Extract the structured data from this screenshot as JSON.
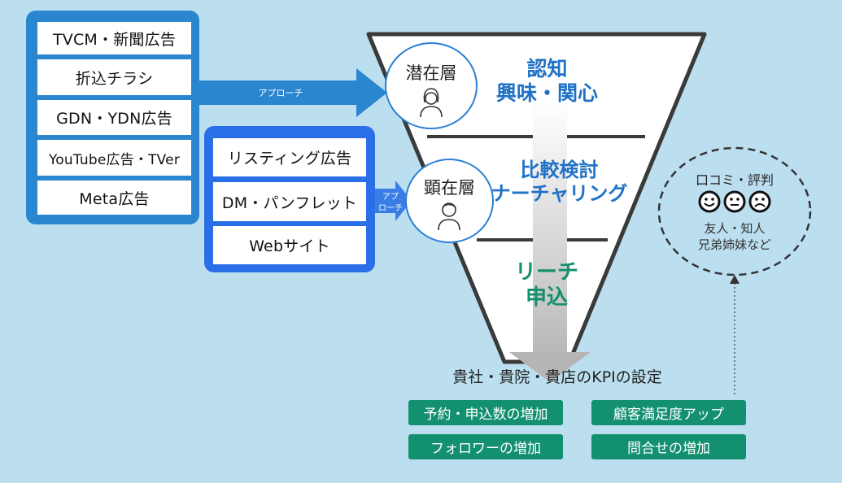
{
  "colors": {
    "background": "#bcdff0",
    "group1_frame": "#2a86cf",
    "group2_frame": "#2a6fe8",
    "arrow1": "#2a86cf",
    "arrow2": "#3a7de6",
    "funnel_text_blue": "#1f72c6",
    "funnel_text_green": "#15906c",
    "kpi_green": "#139070"
  },
  "media_group_1": [
    "TVCM・新聞広告",
    "折込チラシ",
    "GDN・YDN広告",
    "YouTube広告・TVer",
    "Meta広告"
  ],
  "media_group_2": [
    "リスティング広告",
    "DM・パンフレット",
    "Webサイト"
  ],
  "arrow_1_label": "アプローチ",
  "arrow_2_label_line1": "アプ",
  "arrow_2_label_line2": "ローチ",
  "persona_1": {
    "label": "潜在層",
    "icon": "woman-icon"
  },
  "persona_2": {
    "label": "顕在層",
    "icon": "man-icon"
  },
  "funnel": {
    "stage_1_line1": "認知",
    "stage_1_line2": "興味・関心",
    "stage_2_line1": "比較検討",
    "stage_2_line2": "ナーチャリング",
    "stage_3_line1": "リーチ",
    "stage_3_line2": "申込"
  },
  "kpi_title": "貴社・貴院・貴店のKPIの設定",
  "kpi_buttons": [
    "予約・申込数の増加",
    "顧客満足度アップ",
    "フォロワーの増加",
    "問合せの増加"
  ],
  "word_of_mouth": {
    "title": "口コミ・評判",
    "faces": [
      "smiley-face-icon",
      "neutral-face-icon",
      "sad-face-icon"
    ],
    "line1": "友人・知人",
    "line2": "兄弟姉妹など"
  }
}
